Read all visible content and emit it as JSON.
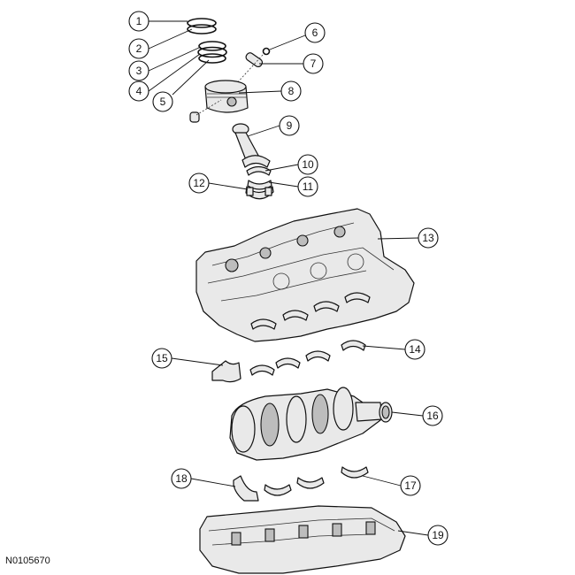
{
  "figure_id": "N0105670",
  "callouts": [
    "1",
    "2",
    "3",
    "4",
    "5",
    "6",
    "7",
    "8",
    "9",
    "10",
    "11",
    "12",
    "13",
    "14",
    "15",
    "16",
    "17",
    "18",
    "19"
  ]
}
